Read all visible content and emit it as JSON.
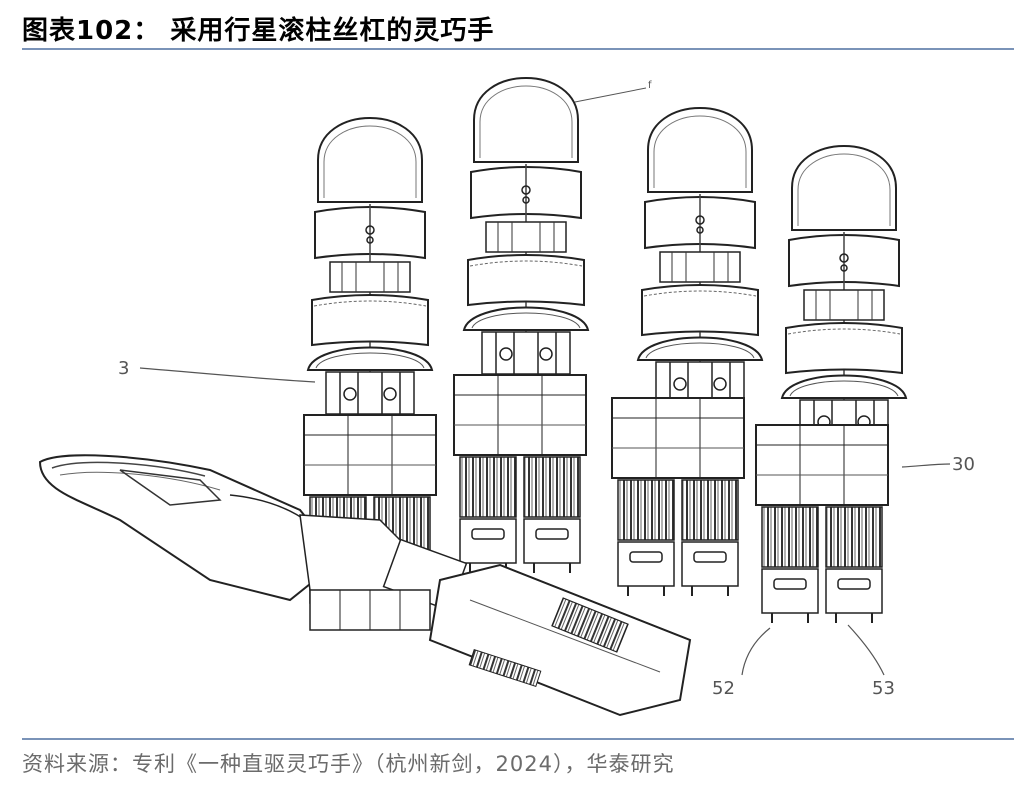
{
  "header": {
    "title": "图表102： 采用行星滚柱丝杠的灵巧手"
  },
  "diagram": {
    "labels": {
      "label_3": "3",
      "label_30": "30",
      "label_52": "52",
      "label_53": "53"
    }
  },
  "footer": {
    "source": "资料来源：专利《一种直驱灵巧手》（杭州新剑，2024），华泰研究"
  }
}
